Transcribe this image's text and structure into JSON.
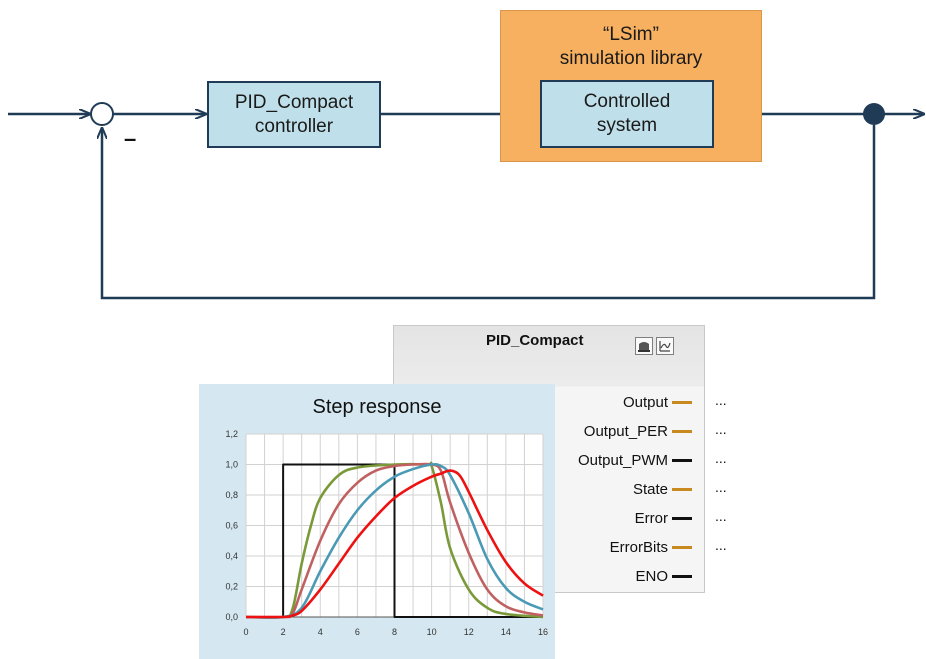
{
  "blocks": {
    "pid": [
      "PID_Compact",
      "controller"
    ],
    "plant": [
      "Controlled",
      "system"
    ],
    "library": [
      "“LSim”",
      "simulation library"
    ]
  },
  "sum_sign": "–",
  "function_block": {
    "title": "PID_Compact",
    "outputs": [
      {
        "label": "Output",
        "color": "#c88a1e",
        "dots": "..."
      },
      {
        "label": "Output_PER",
        "color": "#c88a1e",
        "dots": "..."
      },
      {
        "label": "Output_PWM",
        "color": "#111111",
        "dots": "..."
      },
      {
        "label": "State",
        "color": "#c88a1e",
        "dots": "..."
      },
      {
        "label": "Error",
        "color": "#111111",
        "dots": "..."
      },
      {
        "label": "ErrorBits",
        "color": "#c88a1e",
        "dots": "..."
      },
      {
        "label": "ENO",
        "color": "#111111",
        "dots": ""
      }
    ],
    "buttons": [
      "monitor-icon",
      "chart-tool-icon"
    ]
  },
  "chart_data": {
    "type": "line",
    "title": "Step response",
    "xlabel": "",
    "ylabel": "",
    "xlim": [
      0,
      16
    ],
    "ylim": [
      0,
      1.2
    ],
    "x_ticks": [
      "0",
      "2",
      "4",
      "6",
      "8",
      "10",
      "12",
      "14",
      "16"
    ],
    "y_ticks": [
      "0,0",
      "0,2",
      "0,4",
      "0,6",
      "0,8",
      "1,0",
      "1,2"
    ],
    "grid": true,
    "series": [
      {
        "color": "#111111",
        "points": [
          [
            0,
            0
          ],
          [
            2,
            0
          ],
          [
            2,
            1
          ],
          [
            8,
            1
          ],
          [
            8,
            0
          ],
          [
            16,
            0
          ]
        ]
      },
      {
        "color": "#7a9a3a",
        "points": [
          [
            0,
            0
          ],
          [
            2,
            0
          ],
          [
            2.5,
            0.05
          ],
          [
            3,
            0.35
          ],
          [
            3.5,
            0.6
          ],
          [
            4,
            0.78
          ],
          [
            5,
            0.93
          ],
          [
            6,
            0.98
          ],
          [
            8,
            1.0
          ],
          [
            9.8,
            1.0
          ],
          [
            10,
            0.99
          ],
          [
            10.5,
            0.75
          ],
          [
            11,
            0.45
          ],
          [
            12,
            0.18
          ],
          [
            13,
            0.06
          ],
          [
            14,
            0.02
          ],
          [
            16,
            0
          ]
        ]
      },
      {
        "color": "#c06060",
        "points": [
          [
            0,
            0
          ],
          [
            2,
            0
          ],
          [
            2.5,
            0.02
          ],
          [
            3,
            0.18
          ],
          [
            4,
            0.5
          ],
          [
            5,
            0.74
          ],
          [
            6,
            0.88
          ],
          [
            7,
            0.96
          ],
          [
            8,
            0.99
          ],
          [
            9,
            1.0
          ],
          [
            10,
            1.0
          ],
          [
            10.5,
            0.96
          ],
          [
            11,
            0.75
          ],
          [
            12,
            0.42
          ],
          [
            13,
            0.18
          ],
          [
            14,
            0.07
          ],
          [
            15,
            0.03
          ],
          [
            16,
            0.01
          ]
        ]
      },
      {
        "color": "#4a9ab5",
        "points": [
          [
            0,
            0
          ],
          [
            2,
            0
          ],
          [
            3,
            0.06
          ],
          [
            4,
            0.3
          ],
          [
            5,
            0.52
          ],
          [
            6,
            0.7
          ],
          [
            7,
            0.83
          ],
          [
            8,
            0.92
          ],
          [
            9,
            0.97
          ],
          [
            10,
            1.0
          ],
          [
            10.5,
            0.99
          ],
          [
            11,
            0.93
          ],
          [
            12,
            0.68
          ],
          [
            13,
            0.38
          ],
          [
            14,
            0.19
          ],
          [
            15,
            0.1
          ],
          [
            16,
            0.05
          ]
        ]
      },
      {
        "color": "#ee1111",
        "points": [
          [
            0,
            0
          ],
          [
            2,
            0
          ],
          [
            2.5,
            0.01
          ],
          [
            3,
            0.04
          ],
          [
            4,
            0.18
          ],
          [
            5,
            0.35
          ],
          [
            6,
            0.52
          ],
          [
            7,
            0.66
          ],
          [
            8,
            0.78
          ],
          [
            9,
            0.86
          ],
          [
            10,
            0.92
          ],
          [
            10.5,
            0.94
          ],
          [
            11,
            0.96
          ],
          [
            11.5,
            0.93
          ],
          [
            12,
            0.82
          ],
          [
            13,
            0.57
          ],
          [
            14,
            0.36
          ],
          [
            15,
            0.22
          ],
          [
            16,
            0.14
          ]
        ]
      }
    ]
  }
}
